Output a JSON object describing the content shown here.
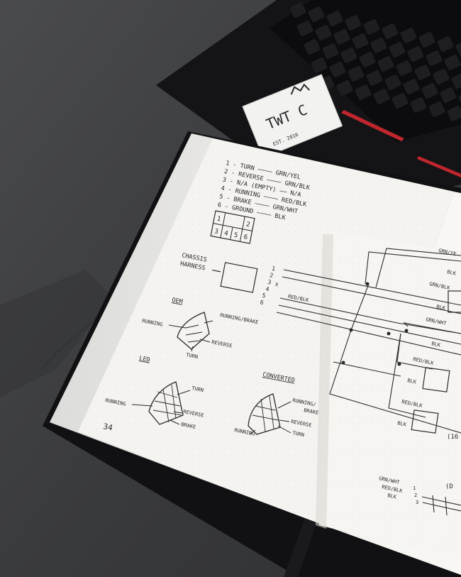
{
  "scene": {
    "description_free": true,
    "colors": {
      "concrete": "#3c3d3f",
      "laptop": "#141416",
      "paper": "#f4f3ef",
      "ink": "#2a2a2c",
      "accent_red": "#c0262d"
    }
  },
  "sticker": {
    "face_text": "TWT C",
    "small_text": "EST. 2016"
  },
  "notebook": {
    "page_number": "34",
    "pin_list": [
      "1 - TURN ———— GRN/YEL",
      "2 - REVERSE ———— GRN/BLK",
      "3 - N/A (EMPTY) —— N/A",
      "4 - RUNNING ———— RED/BLK",
      "5 - BRAKE ———— GRN/WHT",
      "6 - GROUND ———— BLK"
    ],
    "connector_pins_top": [
      "1",
      "",
      "2"
    ],
    "connector_pins_bottom": [
      "3",
      "4",
      "5",
      "6"
    ],
    "chassis_label_1": "CHASSIS",
    "chassis_label_2": "HARNESS",
    "chassis_pins": [
      "1",
      "2",
      "3",
      "4",
      "5",
      "6"
    ],
    "pin3_mark": "X",
    "redblk_label": "RED/BLK",
    "oem_title": "OEM",
    "oem_labels": {
      "running": "RUNNING",
      "running_brake": "RUNNING/BRAKE",
      "reverse": "REVERSE",
      "turn": "TURN"
    },
    "led_title": "LED",
    "led_labels": {
      "running": "RUNNING",
      "turn": "TURN",
      "reverse": "REVERSE",
      "brake": "BRAKE"
    },
    "converted_title": "CONVERTED",
    "converted_labels": {
      "running_brake_1": "RUNNING/",
      "running_brake_2": "BRAKE",
      "reverse": "REVERSE",
      "turn": "TURN",
      "running": "RUNNING"
    },
    "wire_labels": [
      "GRN/YE",
      "BLK",
      "GRN/BLK",
      "BLK",
      "GRN/WHT",
      "BLK",
      "RED/BLK",
      "BLK",
      "RED/BLK",
      "BLK"
    ],
    "bottom_right_labels": [
      "GRN/WHT",
      "RED/BLK",
      "BLK"
    ],
    "bottom_right_pins": [
      "1",
      "2",
      "3"
    ],
    "edge_text_1": "(D",
    "edge_text_2": "(16"
  }
}
